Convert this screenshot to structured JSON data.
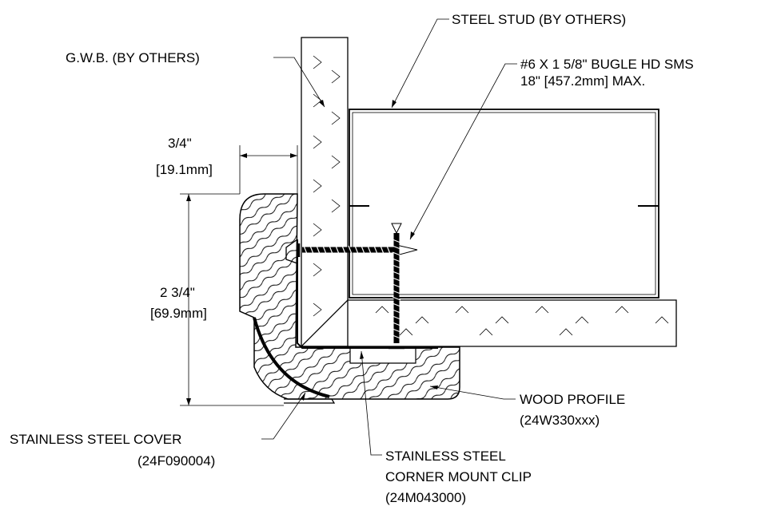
{
  "labels": {
    "steel_stud": "STEEL STUD (BY OTHERS)",
    "gwb": "G.W.B. (BY OTHERS)",
    "screw_line1": "#6 X 1 5/8\" BUGLE HD SMS",
    "screw_line2": "18\" [457.2mm] MAX.",
    "dim_top_imp": "3/4\"",
    "dim_top_met": "[19.1mm]",
    "dim_side_imp": "2 3/4\"",
    "dim_side_met": "[69.9mm]",
    "wood_line1": "WOOD PROFILE",
    "wood_line2": "(24W330xxx)",
    "cover_line1": "STAINLESS STEEL COVER",
    "cover_line2": "(24F090004)",
    "clip_line1": "STAINLESS STEEL",
    "clip_line2": "CORNER MOUNT CLIP",
    "clip_line3": "(24M043000)"
  }
}
